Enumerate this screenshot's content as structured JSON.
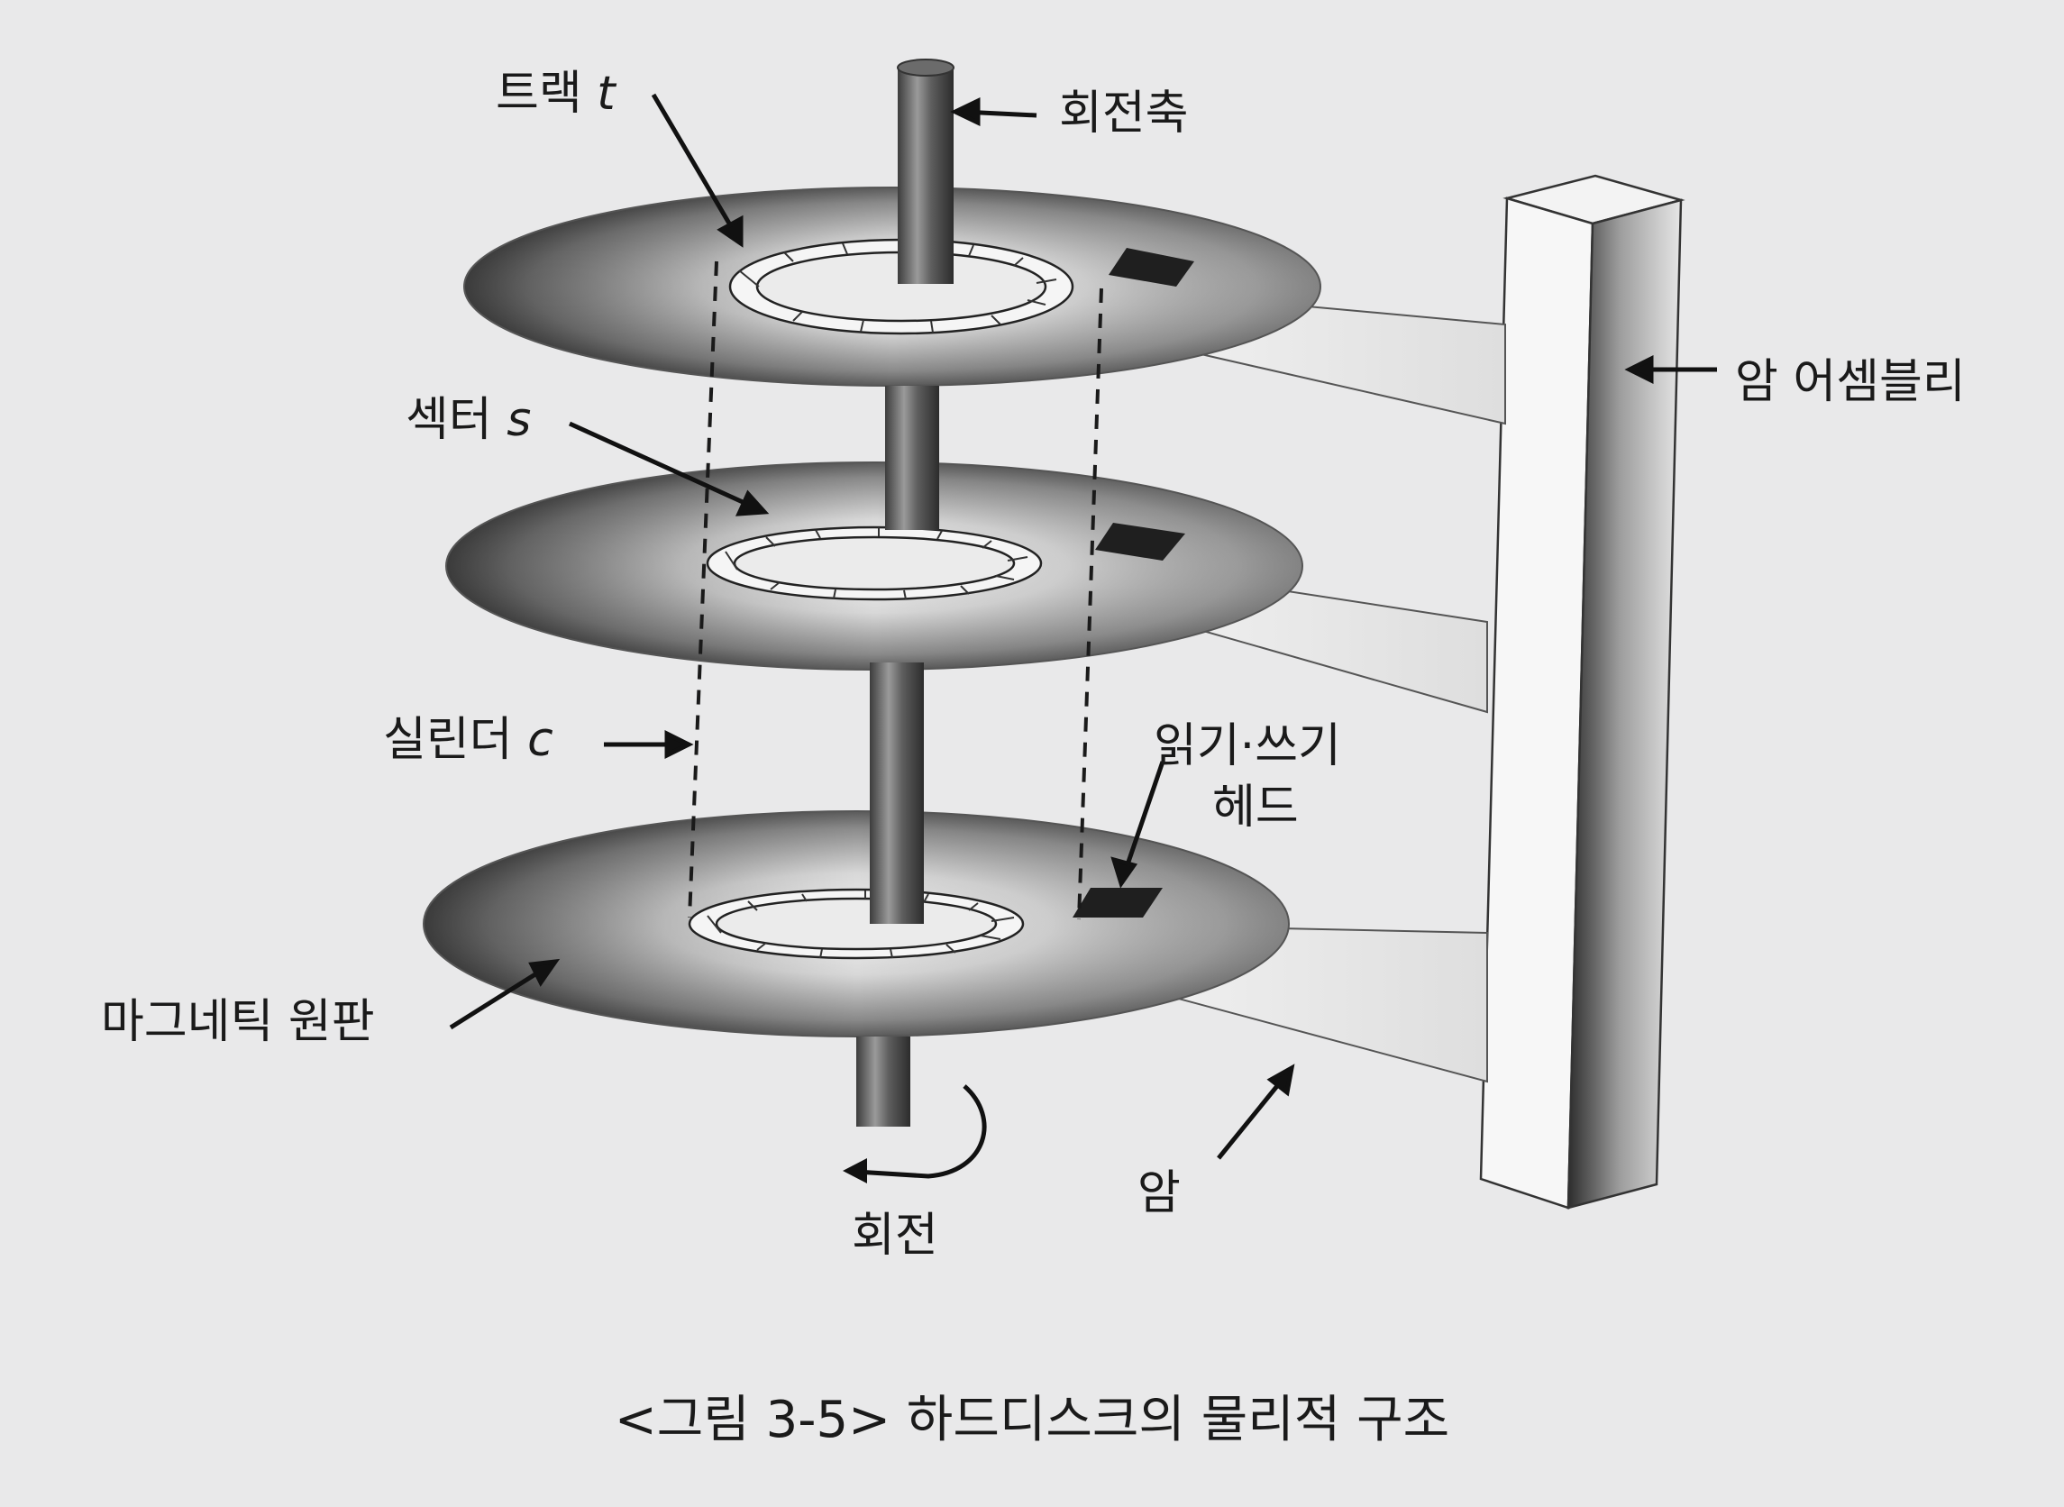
{
  "labels": {
    "track": "트랙",
    "track_var": "t",
    "spindle": "회전축",
    "arm_assembly": "암 어셈블리",
    "sector": "섹터",
    "sector_var": "s",
    "cylinder": "실린더",
    "cylinder_var": "c",
    "rw_head_line1": "읽기·쓰기",
    "rw_head_line2": "헤드",
    "platter": "마그네틱 원판",
    "rotation": "회전",
    "arm": "암"
  },
  "caption": "<그림 3-5> 하드디스크의 물리적 구조",
  "colors": {
    "background": "#e9e9ea",
    "ink": "#1a1a1a",
    "head": "#1f1f1f"
  }
}
